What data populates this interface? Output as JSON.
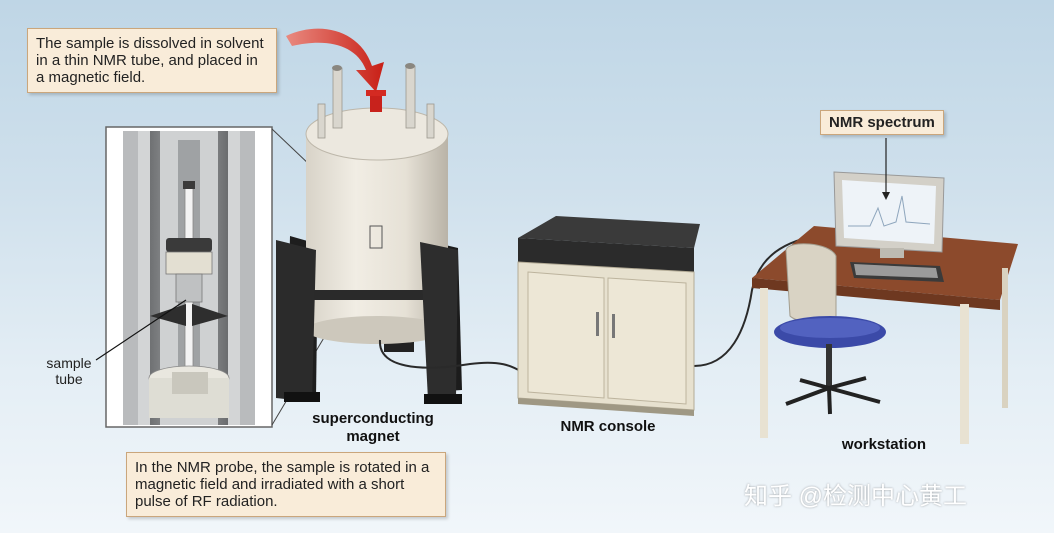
{
  "callouts": {
    "top": "The sample is dissolved in solvent in a thin NMR tube, and placed in a magnetic field.",
    "bottom": "In the NMR probe, the sample is rotated in a magnetic field and irradiated with a short pulse of RF radiation.",
    "spectrum": "NMR spectrum"
  },
  "labels": {
    "sample_tube": "sample tube",
    "magnet": "superconducting magnet",
    "console": "NMR console",
    "workstation": "workstation"
  },
  "watermark": "知乎 @检测中心黄工"
}
